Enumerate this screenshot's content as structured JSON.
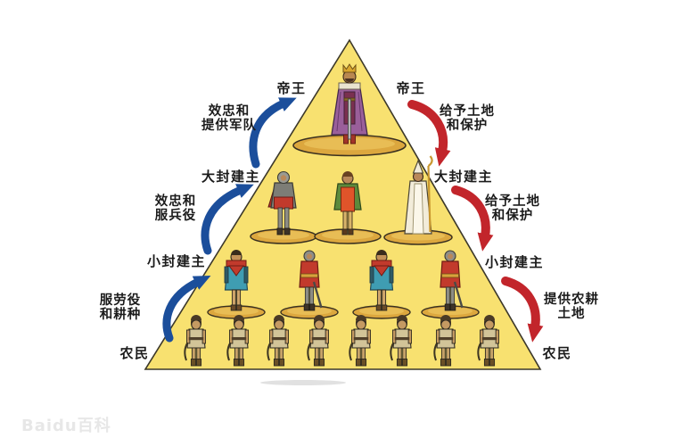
{
  "diagram": {
    "description": "Feudal hierarchy pyramid",
    "levels": {
      "emperor": "帝王",
      "great_lord": "大封建主",
      "lesser_lord": "小封建主",
      "peasant": "农民"
    },
    "left_flows": [
      {
        "line1": "效忠和",
        "line2": "提供军队"
      },
      {
        "line1": "效忠和",
        "line2": "服兵役"
      },
      {
        "line1": "服劳役",
        "line2": "和耕种"
      }
    ],
    "right_flows": [
      {
        "line1": "给予土地",
        "line2": "和保护"
      },
      {
        "line1": "给予土地",
        "line2": "和保护"
      },
      {
        "line1": "提供农耕",
        "line2": "土地"
      }
    ],
    "figures": {
      "emperor_count": 1,
      "great_lord_count": 3,
      "lesser_lord_count": 4,
      "peasant_count": 8
    },
    "colors": {
      "pyramid_fill": "#f8e170",
      "pyramid_outline": "#3c382a",
      "loyalty_arrow_blue": "#1b4e9b",
      "grant_arrow_red": "#c2252b",
      "platform": "#dca73e",
      "platform_highlight": "#e8bd55"
    }
  },
  "watermark": {
    "text": "Baidu百科"
  }
}
